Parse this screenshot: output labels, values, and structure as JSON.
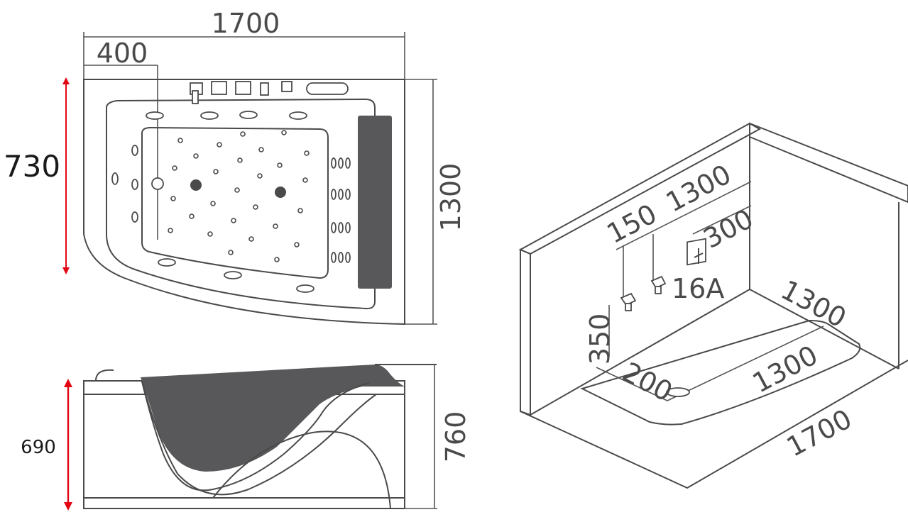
{
  "colors": {
    "line": "#4a4a4a",
    "accent_red": "#e30613",
    "fill_dark": "#58585a"
  },
  "top_view": {
    "width_label": "1700",
    "offset_label": "400",
    "height_label": "1300",
    "left_label": "730"
  },
  "side_view": {
    "height_label": "760",
    "left_label": "690"
  },
  "iso_view": {
    "wall_width_label": "1300",
    "spacing_label": "150",
    "socket_height_label": "300",
    "socket_label": "16A",
    "inlet_height_label": "350",
    "floor_depth_label": "1300",
    "floor_inner_label": "1300",
    "drain_offset_label": "200",
    "floor_length_label": "1700"
  }
}
